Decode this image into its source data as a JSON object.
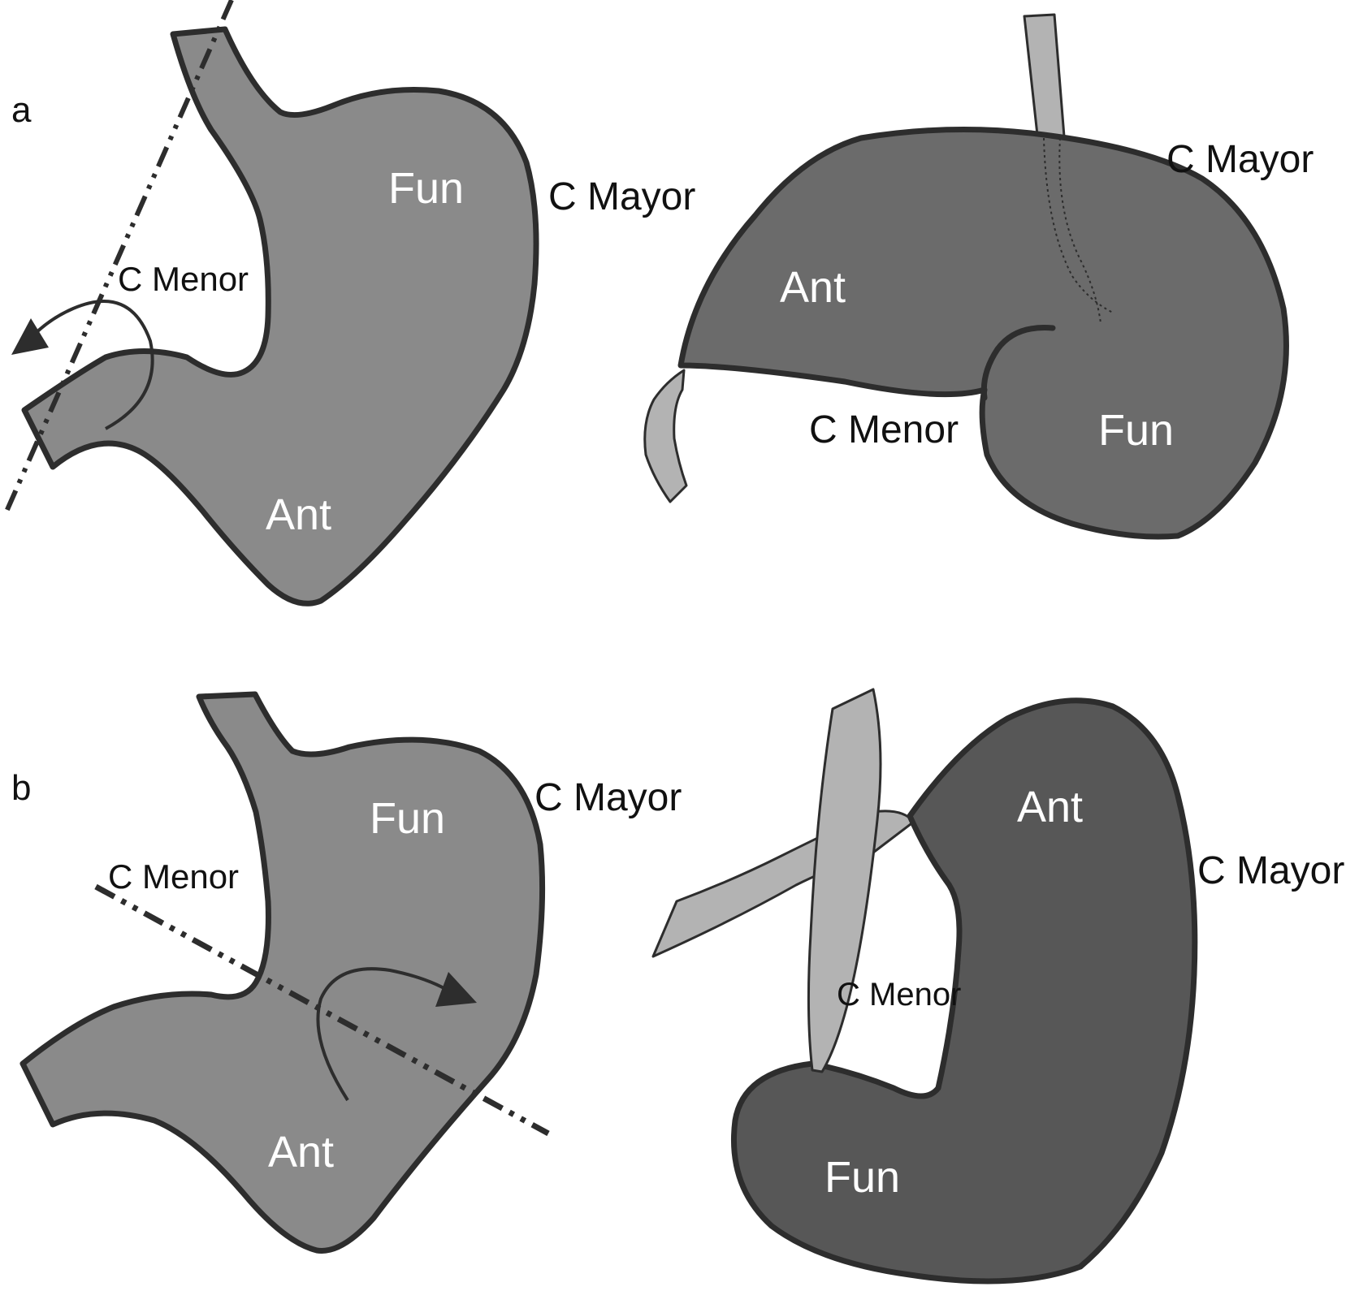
{
  "panels": [
    {
      "id": "a",
      "label": "a",
      "left_stomach": {
        "fundus": "Fun",
        "antrum": "Ant",
        "greater_curvature": "C Mayor",
        "lesser_curvature": "C Menor"
      },
      "right_stomach": {
        "fundus": "Fun",
        "antrum": "Ant",
        "greater_curvature": "C Mayor",
        "lesser_curvature": "C Menor"
      }
    },
    {
      "id": "b",
      "label": "b",
      "left_stomach": {
        "fundus": "Fun",
        "antrum": "Ant",
        "greater_curvature": "C Mayor",
        "lesser_curvature": "C Menor"
      },
      "right_stomach": {
        "fundus": "Fun",
        "antrum": "Ant",
        "greater_curvature": "C Mayor",
        "lesser_curvature": "C Menor"
      }
    }
  ],
  "colors": {
    "stomach_light": "#8a8a8a",
    "stomach_dark_a": "#6b6b6b",
    "stomach_dark_b": "#575757",
    "esophagus": "#b3b3b3",
    "outline": "#2d2d2d",
    "label_white": "#ffffff",
    "label_black": "#111111"
  }
}
